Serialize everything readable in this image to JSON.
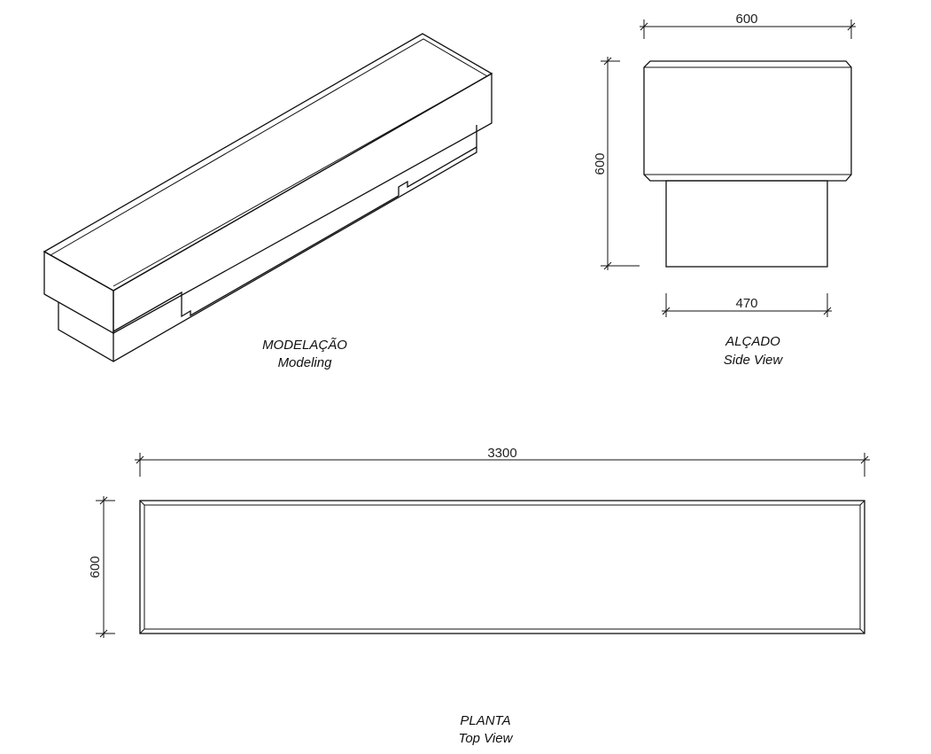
{
  "captions": {
    "modeling": {
      "pt": "MODELAÇÃO",
      "en": "Modeling"
    },
    "side": {
      "pt": "ALÇADO",
      "en": "Side View"
    },
    "top": {
      "pt": "PLANTA",
      "en": "Top View"
    }
  },
  "dimensions": {
    "side_width": "600",
    "side_height": "600",
    "side_base_width": "470",
    "top_length": "3300",
    "top_width": "600"
  }
}
